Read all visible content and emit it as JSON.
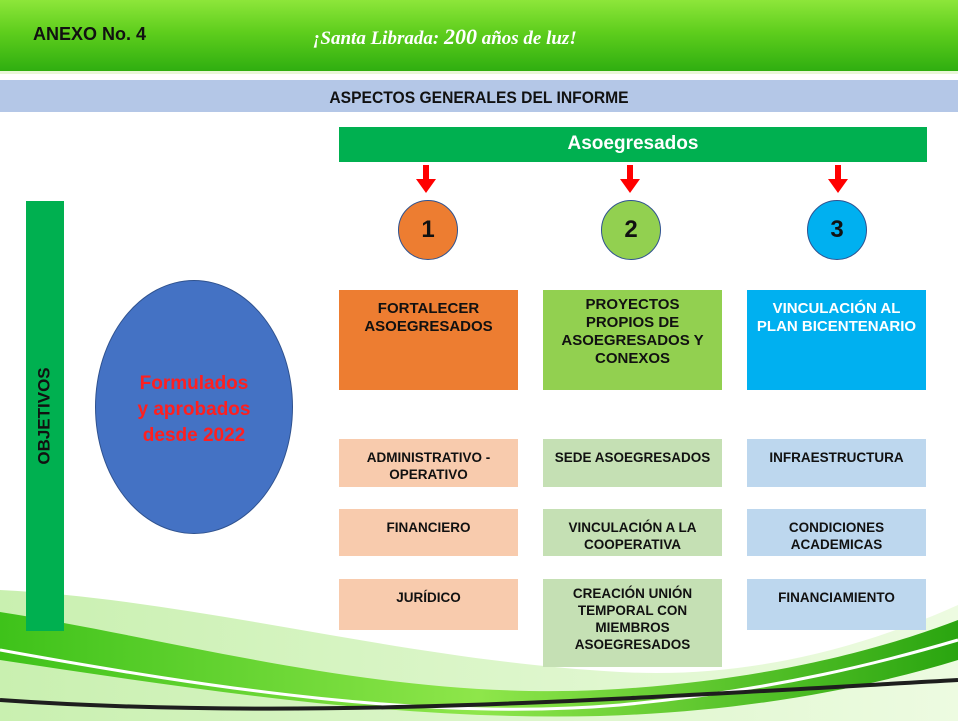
{
  "header": {
    "annex_label": "ANEXO No. 4",
    "motto_open": "¡",
    "motto_name": "Santa Librada:",
    "motto_number": "200",
    "motto_rest": "años de luz",
    "motto_close": "!"
  },
  "section_title": "ASPECTOS GENERALES DEL INFORME",
  "org_title": "Asoegresados",
  "objectives_label": "OBJETIVOS",
  "ellipse": {
    "line1": "Formulados",
    "line2": "y aprobados",
    "line3": "desde 2022"
  },
  "columns": [
    {
      "number": "1",
      "circle_color": "#ed7d31",
      "head_color": "#ed7d31",
      "sub_color": "#f8cbad",
      "heading": [
        "FORTALECER",
        "ASOEGRESADOS"
      ],
      "items": [
        [
          "ADMINISTRATIVO -",
          "OPERATIVO"
        ],
        [
          "FINANCIERO"
        ],
        [
          "JURÍDICO"
        ]
      ]
    },
    {
      "number": "2",
      "circle_color": "#92d050",
      "head_color": "#92d050",
      "sub_color": "#c5e0b4",
      "heading": [
        "PROYECTOS",
        "PROPIOS DE",
        "ASOEGRESADOS Y",
        "CONEXOS"
      ],
      "items": [
        [
          "SEDE ASOEGRESADOS"
        ],
        [
          "VINCULACIÓN A LA",
          "COOPERATIVA"
        ],
        [
          "CREACIÓN UNIÓN",
          "TEMPORAL CON",
          "MIEMBROS",
          "ASOEGRESADOS"
        ]
      ]
    },
    {
      "number": "3",
      "circle_color": "#00b0f0",
      "head_color": "#00b0f0",
      "sub_color": "#bdd7ee",
      "heading": [
        "VINCULACIÓN AL",
        "PLAN BICENTENARIO"
      ],
      "items": [
        [
          "INFRAESTRUCTURA"
        ],
        [
          "CONDICIONES",
          "ACADEMICAS"
        ],
        [
          "FINANCIAMIENTO"
        ]
      ]
    }
  ],
  "colors": {
    "header_green": "#5fce1d",
    "section_blue": "#b4c7e7",
    "bar_green": "#00b050",
    "ellipse_blue": "#4472c4",
    "ellipse_text_red": "#ff1f1f",
    "arrow_red": "#ff0000"
  }
}
